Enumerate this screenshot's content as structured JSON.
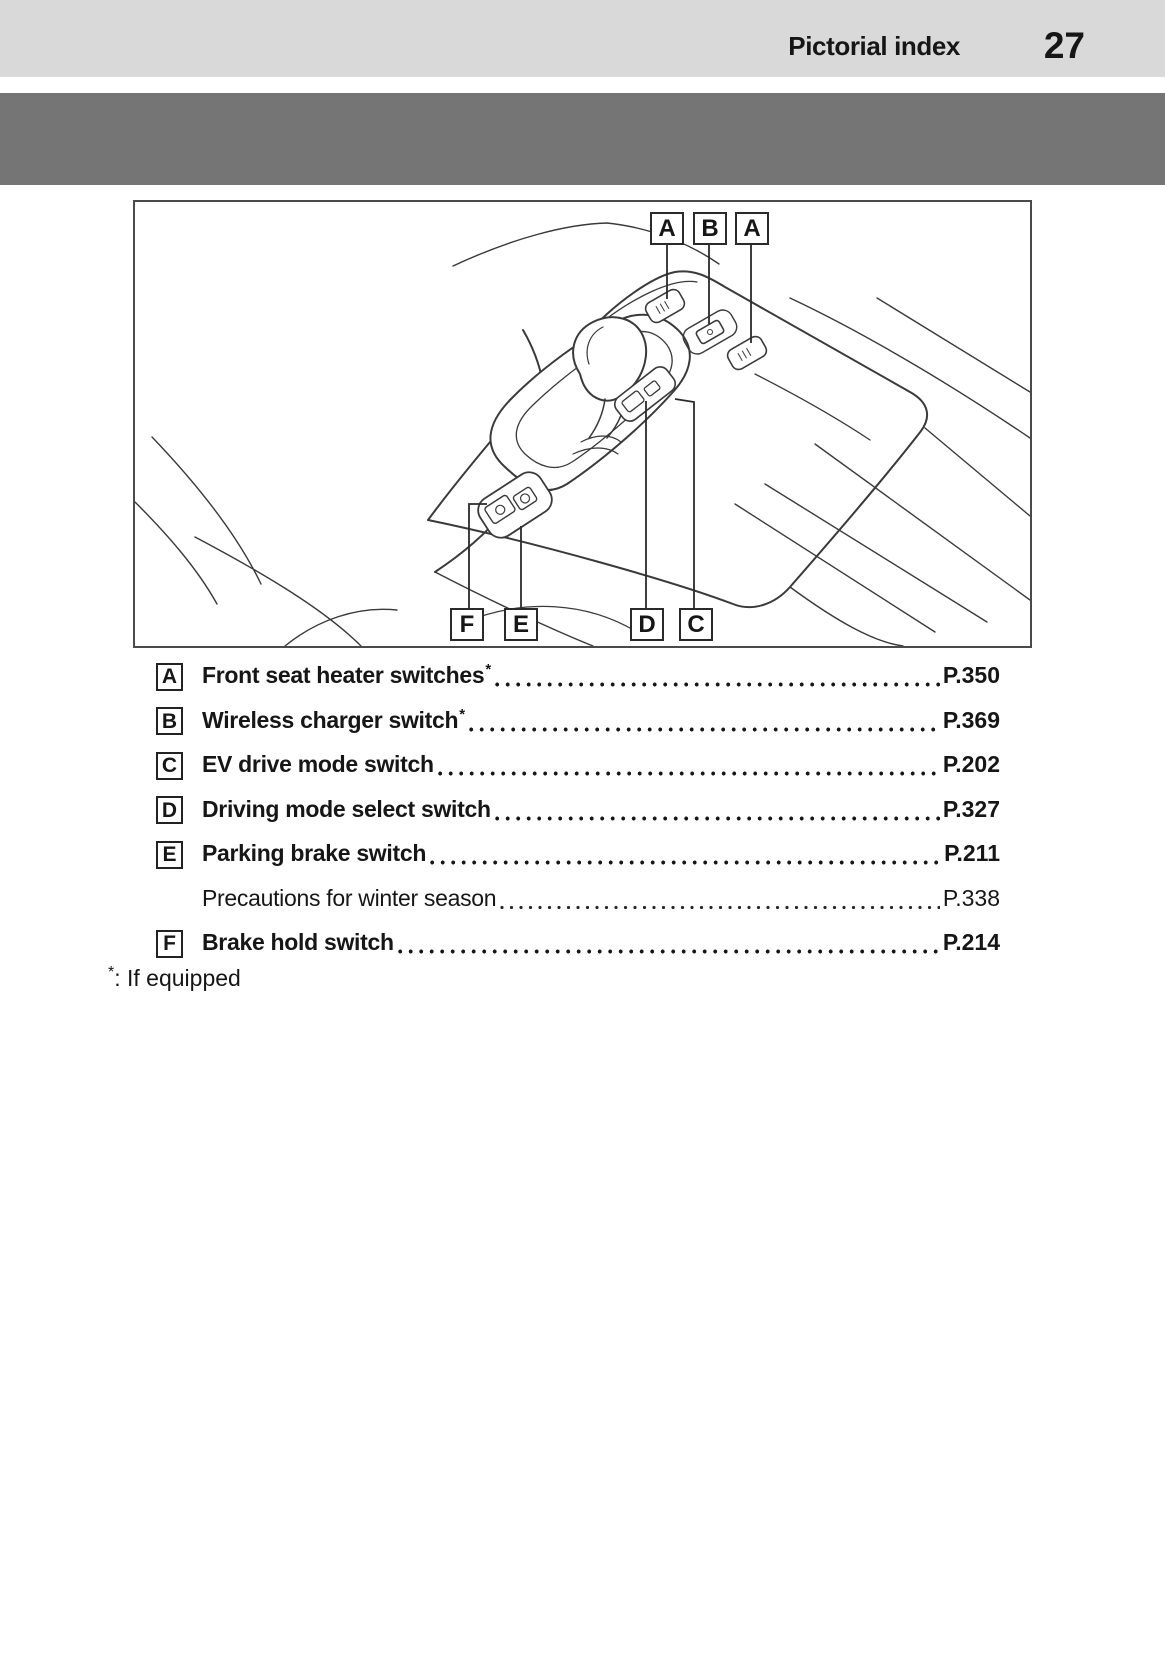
{
  "header": {
    "title": "Pictorial index",
    "page_number": "27"
  },
  "figure": {
    "description": "Line drawing of center console with shift lever and switches",
    "callouts_top": [
      "A",
      "B",
      "A"
    ],
    "callouts_bottom": [
      "F",
      "E",
      "D",
      "C"
    ]
  },
  "index_list": {
    "items": [
      {
        "badge": "A",
        "label": "Front seat heater switches",
        "asterisk": "*",
        "page": "P.350"
      },
      {
        "badge": "B",
        "label": "Wireless charger switch",
        "asterisk": "*",
        "page": "P.369"
      },
      {
        "badge": "C",
        "label": "EV drive mode switch",
        "asterisk": "",
        "page": "P.202"
      },
      {
        "badge": "D",
        "label": "Driving mode select switch",
        "asterisk": "",
        "page": "P.327"
      },
      {
        "badge": "E",
        "label": "Parking brake switch",
        "asterisk": "",
        "page": "P.211"
      },
      {
        "badge": "",
        "label": "Precautions for winter season",
        "asterisk": "",
        "page": "P.338"
      },
      {
        "badge": "F",
        "label": "Brake hold switch",
        "asterisk": "",
        "page": "P.214"
      }
    ],
    "footnote": {
      "marker": "*",
      "text": ": If equipped"
    }
  },
  "colors": {
    "header_band": "#d9d9d9",
    "chapter_band": "#757575",
    "text": "#161616",
    "line_art": "#3a3a3a",
    "frame_border": "#4a4a4a"
  }
}
